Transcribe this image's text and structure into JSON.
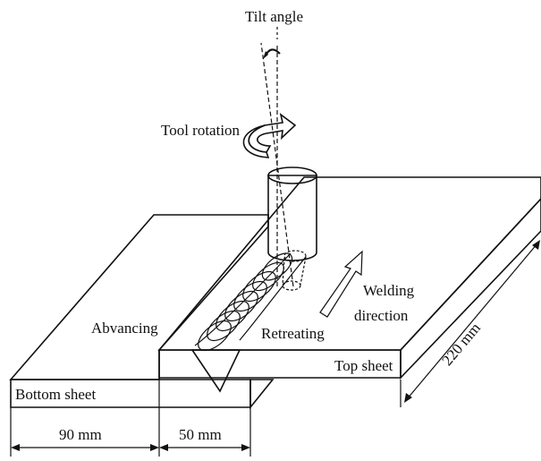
{
  "labels": {
    "tilt_angle": "Tilt angle",
    "tool_rotation": "Tool rotation",
    "advancing": "Abvancing",
    "retreating": "Retreating",
    "welding_direction_line1": "Welding",
    "welding_direction_line2": "direction",
    "top_sheet": "Top sheet",
    "bottom_sheet": "Bottom sheet",
    "dim_90": "90 mm",
    "dim_50": "50 mm",
    "dim_220": "220 mm"
  },
  "colors": {
    "line": "#111111",
    "tool_light": "#f2f2f2",
    "tool_dark": "#8a8a8a",
    "arrow_fill": "#d6d6d6"
  }
}
